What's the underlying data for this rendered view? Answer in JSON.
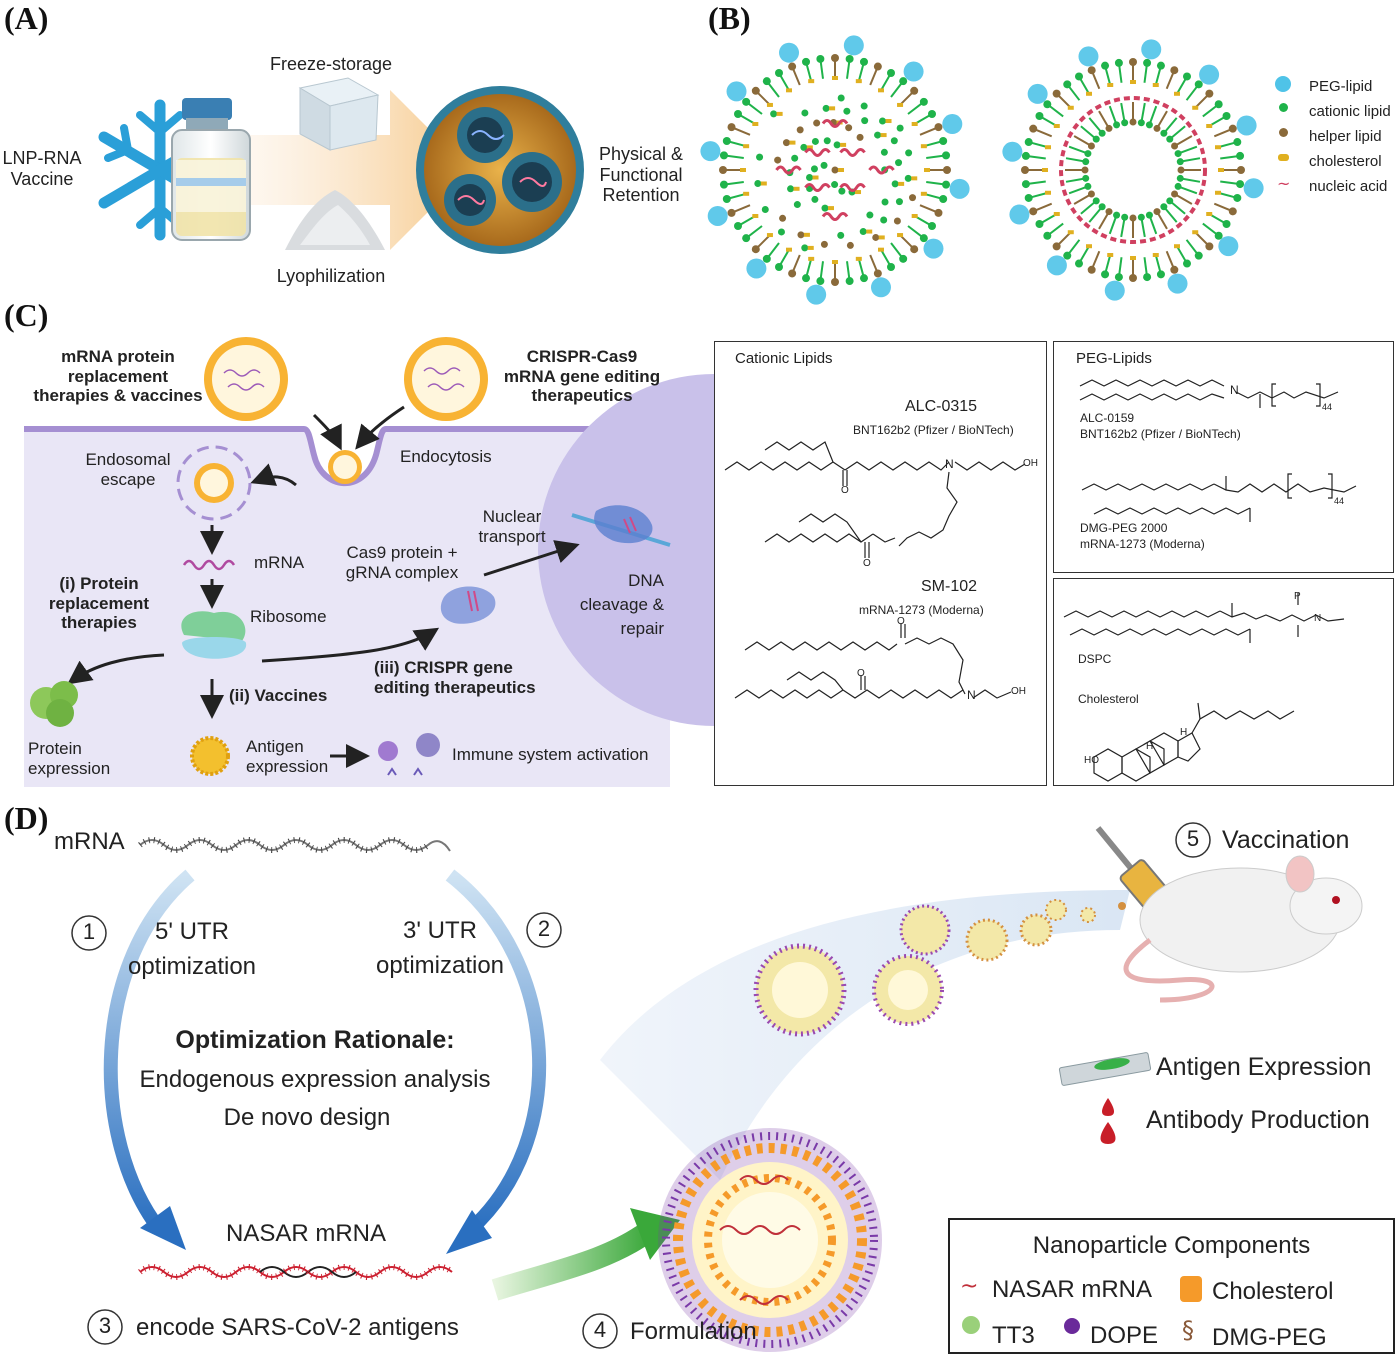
{
  "panels": {
    "a": "(A)",
    "b": "(B)",
    "c": "(C)",
    "d": "(D)"
  },
  "a": {
    "vaccine": "LNP-RNA\nVaccine",
    "freeze": "Freeze-storage",
    "lyo": "Lyophilization",
    "retention": "Physical &\nFunctional\nRetention"
  },
  "b": {
    "legend": [
      "PEG-lipid",
      "cationic lipid",
      "helper lipid",
      "cholesterol",
      "nucleic acid"
    ],
    "colors": {
      "peg": "#4fc3e8",
      "cationic": "#1fb34a",
      "helper": "#8a6a3a",
      "cholesterol": "#e0b020",
      "nucleic": "#d04060"
    }
  },
  "c": {
    "mrna_therapies": "mRNA protein\nreplacement\ntherapies & vaccines",
    "crispr_therapeutics": "CRISPR-Cas9\nmRNA gene editing\ntherapeutics",
    "endosomal": "Endosomal\nescape",
    "endocytosis": "Endocytosis",
    "mrna": "mRNA",
    "nuclear": "Nuclear\ntransport",
    "cas9": "Cas9 protein +\ngRNA complex",
    "dna": "DNA\ncleavage &\nrepair",
    "protein_replacement": "(i) Protein\nreplacement\ntherapies",
    "ribosome": "Ribosome",
    "crispr_gene": "(iii) CRISPR gene\nediting therapeutics",
    "vaccines": "(ii) Vaccines",
    "protein_expression": "Protein\nexpression",
    "antigen_expression": "Antigen\nexpression",
    "immune": "Immune system activation"
  },
  "chem": {
    "cationic_title": "Cationic Lipids",
    "alc0315": "ALC-0315",
    "alc0315_src": "BNT162b2 (Pfizer / BioNTech)",
    "sm102": "SM-102",
    "sm102_src": "mRNA-1273 (Moderna)",
    "oh": "OH",
    "n": "N",
    "o": "O",
    "peg_title": "PEG-Lipids",
    "alc0159": "ALC-0159",
    "alc0159_src": "BNT162b2 (Pfizer / BioNTech)",
    "dmg": "DMG-PEG 2000",
    "dmg_src": "mRNA-1273 (Moderna)",
    "sub44": "44",
    "dspc": "DSPC",
    "cholesterol": "Cholesterol",
    "ho": "HO",
    "p": "P",
    "h": "H"
  },
  "d": {
    "mrna": "mRNA",
    "step1": "1",
    "step2": "2",
    "step3": "3",
    "step4": "4",
    "step5": "5",
    "utr5": "5' UTR\noptimization",
    "utr3": "3' UTR\noptimization",
    "rationale_title": "Optimization Rationale:",
    "rationale_1": "Endogenous expression analysis",
    "rationale_2": "De novo design",
    "nasar": "NASAR mRNA",
    "encode": "encode SARS-CoV-2 antigens",
    "formulation": "Formulation",
    "vaccination": "Vaccination",
    "antigen_expression": "Antigen Expression",
    "antibody": "Antibody Production",
    "np_title": "Nanoparticle  Components",
    "np_items": [
      "NASAR mRNA",
      "Cholesterol",
      "TT3",
      "DOPE",
      "DMG-PEG"
    ]
  }
}
